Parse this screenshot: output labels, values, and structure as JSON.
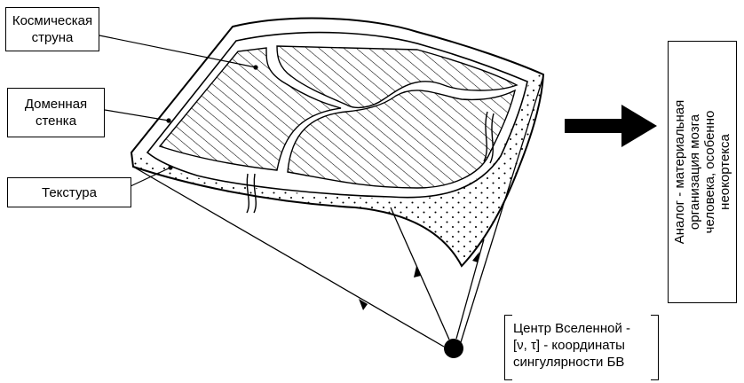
{
  "labels": {
    "cosmic_string": [
      "Космическая",
      "струна"
    ],
    "domain_wall": [
      "Доменная",
      "стенка"
    ],
    "texture": "Текстура",
    "analog": [
      "Аналог - материальная",
      "организация мозга",
      "человека, особенно",
      "неокортекса"
    ],
    "center": [
      "Центр Вселенной -",
      "[ν, τ] - координаты",
      "сингулярности БВ"
    ]
  },
  "colors": {
    "ink": "#000000",
    "paper": "#ffffff"
  }
}
